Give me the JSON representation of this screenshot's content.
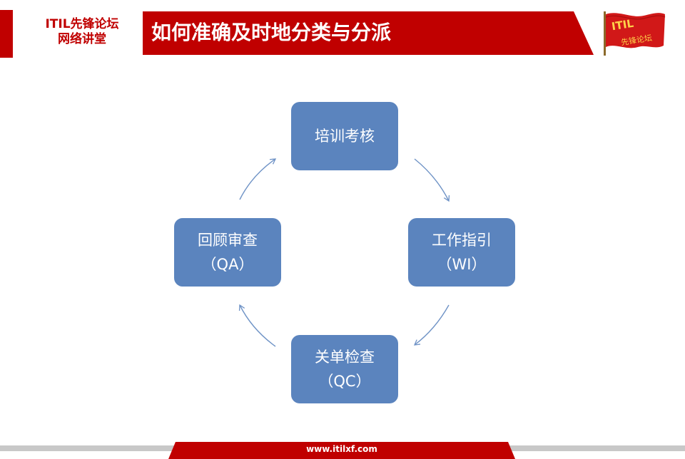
{
  "brand": {
    "line1": "ITIL先锋论坛",
    "line2": "网络讲堂"
  },
  "header": {
    "title": "如何准确及时地分类与分派"
  },
  "logo": {
    "title": "ITIL",
    "subtitle": "先锋论坛"
  },
  "diagram": {
    "nodes": [
      {
        "id": "top",
        "line1": "培训考核",
        "line2": ""
      },
      {
        "id": "right",
        "line1": "工作指引",
        "line2": "（WI）"
      },
      {
        "id": "bottom",
        "line1": "关单检查",
        "line2": "（QC）"
      },
      {
        "id": "left",
        "line1": "回顾审查",
        "line2": "（QA）"
      }
    ]
  },
  "footer": {
    "url": "www.itilxf.com"
  },
  "colors": {
    "accent_red": "#c00000",
    "node_fill": "#5b84be",
    "arrow": "#6f93c6",
    "footer_gray": "#c8c8c8"
  }
}
